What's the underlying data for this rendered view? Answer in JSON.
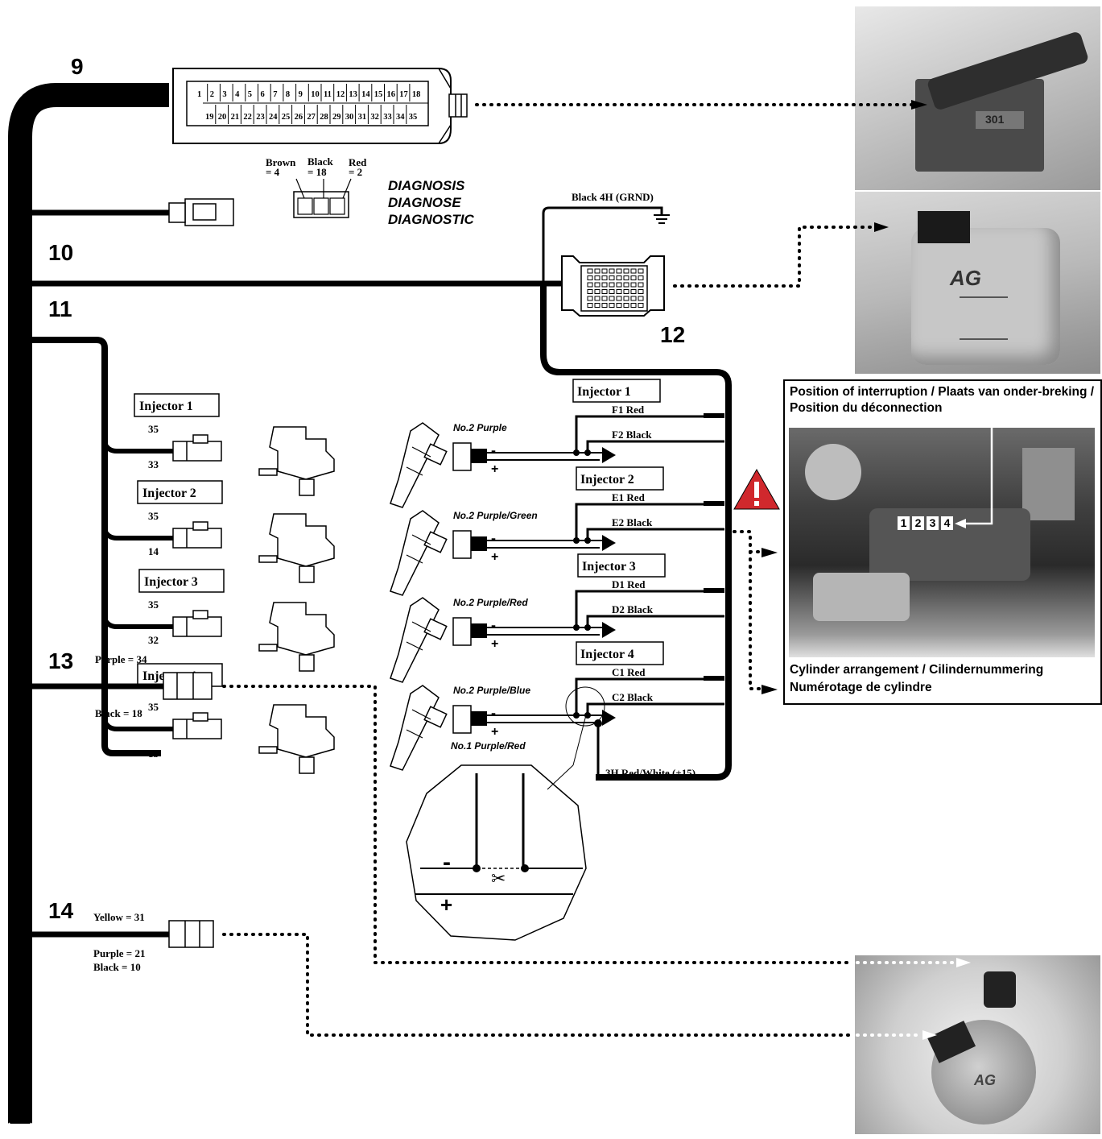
{
  "sections": {
    "s9": "9",
    "s10": "10",
    "s11": "11",
    "s12": "12",
    "s13": "13",
    "s14": "14"
  },
  "connector35": {
    "row1": [
      "1",
      "2",
      "3",
      "4",
      "5",
      "6",
      "7",
      "8",
      "9",
      "10",
      "11",
      "12",
      "13",
      "14",
      "15",
      "16",
      "17",
      "18"
    ],
    "row2": [
      "19",
      "20",
      "21",
      "22",
      "23",
      "24",
      "25",
      "26",
      "27",
      "28",
      "29",
      "30",
      "31",
      "32",
      "33",
      "34",
      "35"
    ]
  },
  "diagnosis": {
    "brown": "Brown",
    "brown_pin": "= 4",
    "black": "Black",
    "black_pin": "= 18",
    "red": "Red",
    "red_pin": "= 2",
    "line1": "DIAGNOSIS",
    "line2": "DIAGNOSE",
    "line3": "DIAGNOSTIC"
  },
  "ground_label": "Black 4H (GRND)",
  "left_injectors": [
    {
      "label": "Injector 1",
      "pin_top": "35",
      "pin_bottom": "33"
    },
    {
      "label": "Injector 2",
      "pin_top": "35",
      "pin_bottom": "14"
    },
    {
      "label": "Injector 3",
      "pin_top": "35",
      "pin_bottom": "32"
    },
    {
      "label": "Injector 4",
      "pin_top": "35",
      "pin_bottom": "15"
    }
  ],
  "right_injectors": [
    {
      "label": "Injector 1",
      "red": "F1 Red",
      "black": "F2 Black",
      "wire": "No.2 Purple"
    },
    {
      "label": "Injector 2",
      "red": "E1 Red",
      "black": "E2 Black",
      "wire": "No.2 Purple/Green"
    },
    {
      "label": "Injector 3",
      "red": "D1 Red",
      "black": "D2 Black",
      "wire": "No.2 Purple/Red"
    },
    {
      "label": "Injector 4",
      "red": "C1 Red",
      "black": "C2 Black",
      "wire": "No.2 Purple/Blue"
    }
  ],
  "minus": "-",
  "plus": "+",
  "no1_wire": "No.1 Purple/Red",
  "red_white": "3H Red/White (+15)",
  "section13": {
    "purple": "Purple  = 34",
    "black": "Black = 18"
  },
  "section14": {
    "yellow": "Yellow  = 31",
    "purple": "Purple  = 21",
    "black": "Black  = 10"
  },
  "interruption": {
    "title": "Position of interruption / Plaats van onder-breking / Position du déconnection",
    "cylinders": [
      "1",
      "2",
      "3",
      "4"
    ],
    "footer1": "Cylinder arrangement / Cilindernummering",
    "footer2": "Numérotage de cylindre"
  },
  "ecu_label": {
    "brand": "AG",
    "text": "301"
  }
}
